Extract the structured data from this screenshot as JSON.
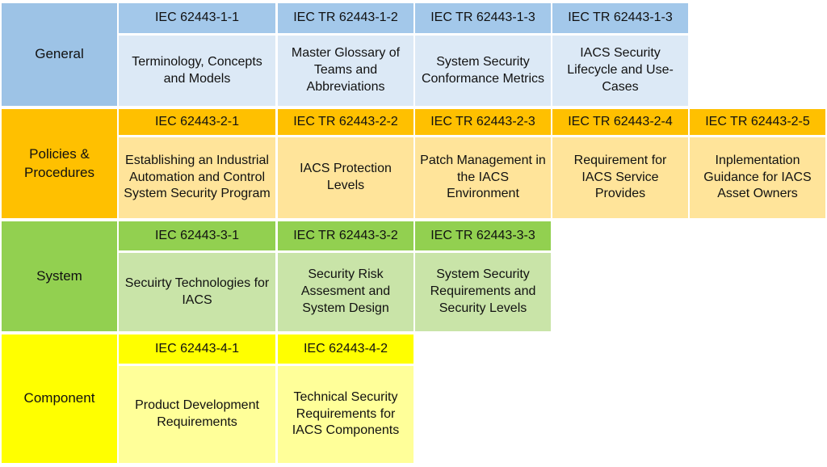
{
  "rows": [
    {
      "category": "General",
      "colors": {
        "cat": "#9DC3E6",
        "code": "#A3C8EA",
        "desc": "#DCE9F6"
      },
      "items": [
        {
          "code": "IEC 62443-1-1",
          "title": "Terminology, Concepts and Models"
        },
        {
          "code": "IEC TR 62443-1-2",
          "title": "Master Glossary of Teams and Abbreviations"
        },
        {
          "code": "IEC TR 62443-1-3",
          "title": "System Security Conformance Metrics"
        },
        {
          "code": "IEC TR 62443-1-3",
          "title": "IACS Security Lifecycle and Use-Cases"
        }
      ]
    },
    {
      "category": "Policies & Procedures",
      "colors": {
        "cat": "#FFC000",
        "code": "#FFC000",
        "desc": "#FFE49A"
      },
      "items": [
        {
          "code": "IEC 62443-2-1",
          "title": "Establishing an Industrial Automation and Control System Security Program"
        },
        {
          "code": "IEC TR 62443-2-2",
          "title": "IACS Protection Levels"
        },
        {
          "code": "IEC TR 62443-2-3",
          "title": "Patch Management in the IACS Environment"
        },
        {
          "code": "IEC TR 62443-2-4",
          "title": "Requirement for IACS Service Provides"
        },
        {
          "code": "IEC TR 62443-2-5",
          "title": "Inplementation Guidance for IACS Asset Owners"
        }
      ]
    },
    {
      "category": "System",
      "colors": {
        "cat": "#92D050",
        "code": "#92D050",
        "desc": "#C9E4A8"
      },
      "items": [
        {
          "code": "IEC 62443-3-1",
          "title": "Secuirty Technologies for IACS"
        },
        {
          "code": "IEC TR 62443-3-2",
          "title": "Security Risk Assesment and System Design"
        },
        {
          "code": "IEC TR 62443-3-3",
          "title": "System Security Requirements and Security Levels"
        }
      ]
    },
    {
      "category": "Component",
      "colors": {
        "cat": "#FFFF00",
        "code": "#FFFF00",
        "desc": "#FFFF99"
      },
      "items": [
        {
          "code": "IEC 62443-4-1",
          "title": "Product Development Requirements"
        },
        {
          "code": "IEC 62443-4-2",
          "title": "Technical Security Requirements for IACS Components"
        }
      ]
    }
  ]
}
